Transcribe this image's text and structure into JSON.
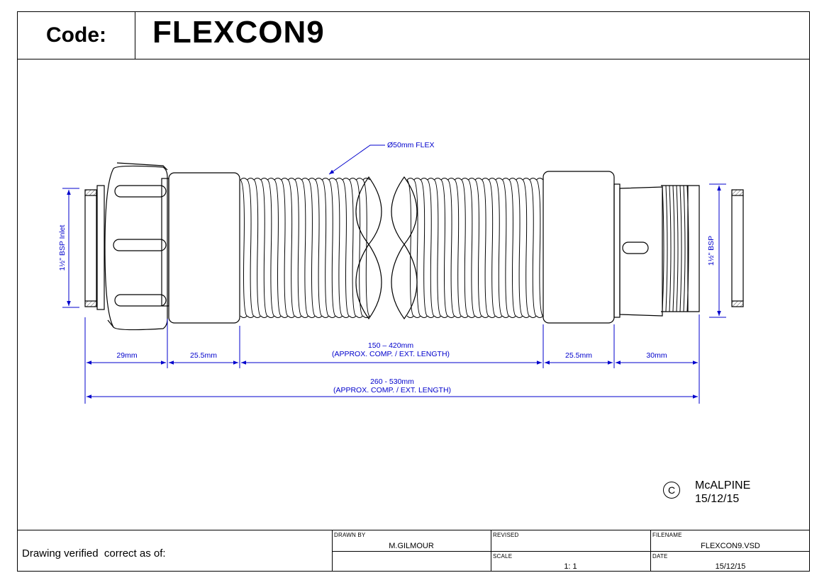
{
  "header": {
    "code_label": "Code:",
    "code_value": "FLEXCON9"
  },
  "annotations": {
    "flex_label": "Ø50mm FLEX",
    "inlet_label": "1½\" BSP Inlet",
    "outlet_label": "1½\" BSP"
  },
  "dimensions": [
    {
      "id": "d29",
      "text": "29mm"
    },
    {
      "id": "d255a",
      "text": "25.5mm"
    },
    {
      "id": "dmid1",
      "text": "150 – 420mm"
    },
    {
      "id": "dmid2",
      "text": "(APPROX. COMP. / EXT. LENGTH)"
    },
    {
      "id": "d255b",
      "text": "25.5mm"
    },
    {
      "id": "d30",
      "text": "30mm"
    },
    {
      "id": "dtot1",
      "text": "260 - 530mm"
    },
    {
      "id": "dtot2",
      "text": "(APPROX. COMP. / EXT. LENGTH)"
    }
  ],
  "copyright": {
    "symbol": "C",
    "company": "McALPINE",
    "date": "15/12/15"
  },
  "footer": {
    "verified": "Drawing verified  correct as of:",
    "drawn_by_label": "DRAWN BY",
    "drawn_by_value": "M.GILMOUR",
    "revised_label": "REVISED",
    "revised_value": "",
    "filename_label": "FILENAME",
    "filename_value": "FLEXCON9.VSD",
    "scale_label": "SCALE",
    "scale_value": "1: 1",
    "date_label": "DATE",
    "date_value": "15/12/15"
  },
  "colors": {
    "dimension": "#0000cc",
    "line": "#000000",
    "hatch": "#555555"
  }
}
